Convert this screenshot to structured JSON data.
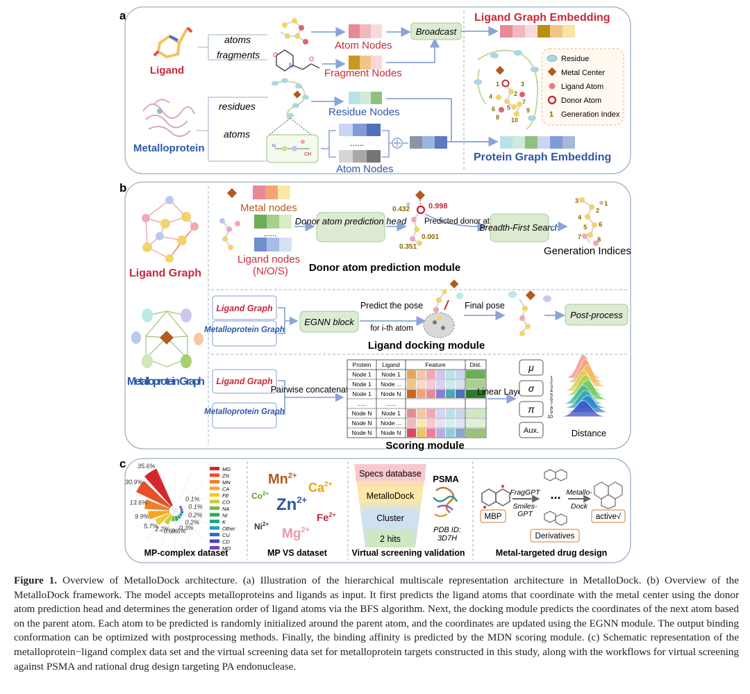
{
  "panels": {
    "a": {
      "letter": "a",
      "ligand": "Ligand",
      "metalloprotein": "Metalloprotein",
      "atoms": "atoms",
      "fragments": "fragments",
      "residues": "residues",
      "atoms2": "atoms",
      "atom_nodes": "Atom Nodes",
      "fragment_nodes": "Fragment Nodes",
      "residue_nodes": "Residue Nodes",
      "atom_nodes2": "Atom Nodes",
      "broadcast": "Broadcast",
      "ligand_graph_embedding": "Ligand Graph Embedding",
      "protein_graph_embedding": "Protein Graph Embedding",
      "ellipsis": "......",
      "legend": [
        "Residue",
        "Metal Center",
        "Ligand Atom",
        "Donor Atom",
        "Generation Index"
      ],
      "legend_index_marker": "1",
      "graph_indices": [
        "1",
        "2",
        "3",
        "4",
        "5",
        "6",
        "7",
        "8",
        "9",
        "10"
      ]
    },
    "b": {
      "letter": "b",
      "ligand_graph": "Ligand Graph",
      "metalloprotein_graph": "Metalloprotein Graph",
      "metal_nodes": "Metal nodes",
      "ligand_nodes": "Ligand nodes",
      "ligand_nodes_sub": "(N/O/S)",
      "ellipsis": "......",
      "donor_head": "Donor atom prediction head",
      "score_hi": "0.998",
      "score_a": "0.432",
      "score_b": "0.001",
      "score_c": "0.351",
      "predicted_donor": "Predicted donor atom",
      "bfs": "Breadth-First Search",
      "generation_indices": "Generation Indices",
      "gen_nums": [
        "1",
        "2",
        "3",
        "4",
        "5",
        "6",
        "7",
        "8"
      ],
      "donor_module": "Donor atom prediction module",
      "ligand_graph_box": "Ligand Graph",
      "metalloprotein_graph_box": "Metalloprotein Graph",
      "egnn_block": "EGNN block",
      "predict_pose": "Predict the pose",
      "for_ith_atom": "for i-th atom",
      "final_pose": "Final pose",
      "post_process": "Post-process",
      "docking_module": "Ligand docking module",
      "pairwise": "Pairwise concatenation",
      "linear_layer": "Linear Layer",
      "table_headers": [
        "Protein",
        "Ligand",
        "Feature",
        "Dist."
      ],
      "table_rows": [
        [
          "Node 1",
          "Node 1"
        ],
        [
          "Node 1",
          "Node ..."
        ],
        [
          "Node 1",
          "Node N"
        ],
        [
          "......",
          "......"
        ],
        [
          "Node N",
          "Node 1"
        ],
        [
          "Node N",
          "Node ..."
        ],
        [
          "Node N",
          "Node N"
        ]
      ],
      "outputs": [
        "μ",
        "σ",
        "π",
        "Aux."
      ],
      "ridge_labels": [
        "1",
        "2",
        "3",
        "4",
        "5",
        "6",
        "7",
        "8",
        "9",
        "10"
      ],
      "distance": "Distance",
      "scoring_module": "Scoring module"
    },
    "c": {
      "letter": "c",
      "mp_complex": "MP-complex dataset",
      "mp_vs": "MP VS dataset",
      "vs_validation": "Virtual screening validation",
      "drug_design": "Metal-targeted drug design",
      "ions": {
        "mn": "Mn",
        "mn_c": "2+",
        "ca": "Ca",
        "ca_c": "2+",
        "co": "Co",
        "co_c": "2+",
        "zn": "Zn",
        "zn_c": "2+",
        "fe": "Fe",
        "fe_c": "2+",
        "ni": "Ni",
        "ni_c": "2+",
        "mg": "Mg",
        "mg_c": "2+"
      },
      "funnel": [
        "Specs database",
        "MetalloDock",
        "Cluster",
        "2 hits"
      ],
      "psma": "PSMA",
      "pdb1": "PDB ID:",
      "pdb2": "3D7H",
      "mbp": "MBP",
      "fraggpt": "FragGPT",
      "smiles_gpt1": "Smiles-",
      "smiles_gpt2": "GPT",
      "dots": "...",
      "metallo_dock1": "Metallo-",
      "metallo_dock2": "Dock",
      "active": "active√",
      "derivatives": "Derivatives"
    }
  },
  "metal_colors": {
    "MG": "#d62728",
    "ZN": "#e8502a",
    "MN": "#f07f23",
    "CA": "#f5a623",
    "FE": "#f7c72a",
    "CO": "#c4cf36",
    "NA": "#6fbf3f",
    "NI": "#2fa84f",
    "K": "#22a88a",
    "Other": "#1fa0c8",
    "CU": "#2f6fc4",
    "CD": "#4a3fb0",
    "MO": "#7b3fb5"
  },
  "chart_data": {
    "type": "pie",
    "categories": [
      "MG",
      "ZN",
      "MN",
      "CA",
      "FE",
      "CO",
      "NA",
      "NI",
      "K",
      "Other",
      "CU",
      "CD",
      "MO"
    ],
    "values": [
      35.6,
      30.9,
      13.6,
      9.9,
      5.7,
      2.2,
      0.6,
      0.5,
      0.3,
      0.2,
      0.2,
      0.1,
      0.1
    ],
    "value_labels": [
      "35.6%",
      "30.9%",
      "13.6%",
      "9.9%",
      "5.7%",
      "2.2%",
      "0.6%",
      "0.5%",
      "0.3%",
      "0.2%",
      "0.2%",
      "0.1%",
      "0.1%"
    ],
    "title": "MP-complex dataset",
    "legend": "right"
  },
  "caption": {
    "label": "Figure 1.",
    "text": "Overview of MetalloDock architecture. (a) Illustration of the hierarchical multiscale representation architecture in MetalloDock. (b) Overview of the MetalloDock framework. The model accepts metalloproteins and ligands as input. It first predicts the ligand atoms that coordinate with the metal center using the donor atom prediction head and determines the generation order of ligand atoms via the BFS algorithm. Next, the docking module predicts the coordinates of the next atom based on the parent atom. Each atom to be predicted is randomly initialized around the parent atom, and the coordinates are updated using the EGNN module. The output binding conformation can be optimized with postprocessing methods. Finally, the binding affinity is predicted by the MDN scoring module. (c) Schematic representation of the metalloprotein−ligand complex data set and the virtual screening data set for metalloprotein targets constructed in this study, along with the workflows for virtual screening against PSMA and rational drug design targeting PA endonuclease."
  }
}
